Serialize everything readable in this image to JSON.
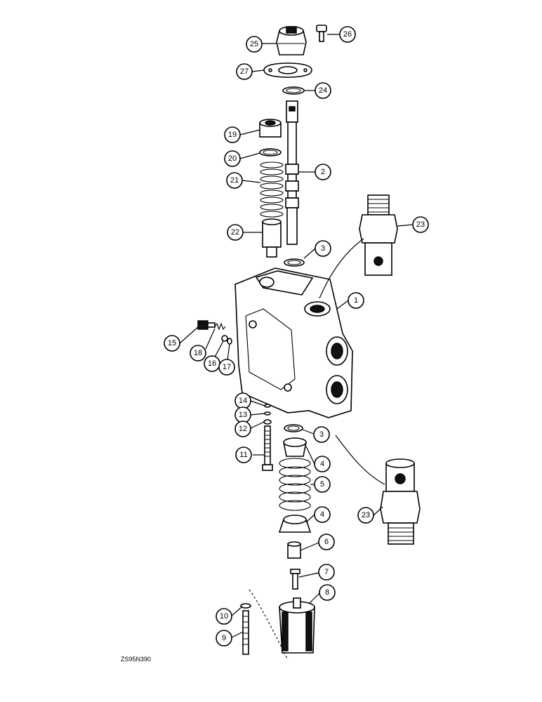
{
  "drawing_code": "ZS95N390",
  "callouts": [
    {
      "number": "25"
    },
    {
      "number": "26"
    },
    {
      "number": "27"
    },
    {
      "number": "24"
    },
    {
      "number": "19"
    },
    {
      "number": "20"
    },
    {
      "number": "21"
    },
    {
      "number": "2"
    },
    {
      "number": "22"
    },
    {
      "number": "3"
    },
    {
      "number": "23"
    },
    {
      "number": "1"
    },
    {
      "number": "15"
    },
    {
      "number": "18"
    },
    {
      "number": "16"
    },
    {
      "number": "17"
    },
    {
      "number": "14"
    },
    {
      "number": "13"
    },
    {
      "number": "12"
    },
    {
      "number": "3"
    },
    {
      "number": "11"
    },
    {
      "number": "4"
    },
    {
      "number": "5"
    },
    {
      "number": "4"
    },
    {
      "number": "23"
    },
    {
      "number": "6"
    },
    {
      "number": "7"
    },
    {
      "number": "8"
    },
    {
      "number": "10"
    },
    {
      "number": "9"
    }
  ]
}
